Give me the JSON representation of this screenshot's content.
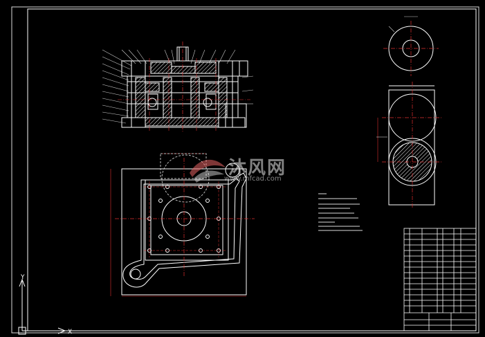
{
  "watermark": {
    "brand": "沐风网",
    "url": "www.mfcad.com"
  },
  "ucs": {
    "x_label": "X",
    "y_label": "Y"
  },
  "colors": {
    "background": "#000000",
    "line": "#ffffff",
    "center_line": "#e03030",
    "dimension": "#e03030",
    "hatch": "#ffffff"
  }
}
